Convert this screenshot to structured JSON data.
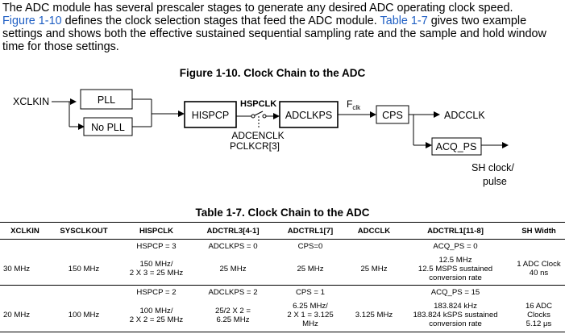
{
  "intro": {
    "line1": "The ADC module has several prescaler stages to generate any desired ADC operating clock speed.",
    "link1": "Figure 1-10",
    "line2": " defines the clock selection stages that feed the ADC module. ",
    "link2": "Table 1-7",
    "line3": " gives two example settings and shows both the effective sustained sequential sampling rate and the sample and hold window time for those settings."
  },
  "figure": {
    "title": "Figure 1-10.  Clock Chain to the ADC",
    "labels": {
      "xclkin": "XCLKIN",
      "pll": "PLL",
      "nopll": "No PLL",
      "hispcp": "HISPCP",
      "hspclk": "HSPCLK",
      "adclkps": "ADCLKPS",
      "fclk": "F",
      "fclk_sub": "clk",
      "cps": "CPS",
      "adcclk": "ADCCLK",
      "acq_ps": "ACQ_PS",
      "adcenclk": "ADCENCLK",
      "pclkcr": "PCLKCR[3]",
      "shclock": "SH clock/",
      "pulse": "pulse"
    }
  },
  "table": {
    "title": "Table 1-7. Clock Chain to the ADC",
    "headers": [
      "XCLKIN",
      "SYSCLKOUT",
      "HISPCLK",
      "ADCTRL3[4-1]",
      "ADCTRL1[7]",
      "ADCCLK",
      "ADCTRL1[11-8]",
      "SH Width"
    ],
    "row1_labels": [
      "HSPCP = 3",
      "ADCLKPS = 0",
      "CPS=0",
      "ACQ_PS = 0"
    ],
    "row1_values": [
      "30 MHz",
      "150 MHz",
      "150 MHz/\n2 X 3 = 25 MHz",
      "25 MHz",
      "25 MHz",
      "25 MHz",
      "12.5 MHz\n12.5 MSPS sustained\nconversion rate",
      "1 ADC Clock\n40 ns"
    ],
    "row2_labels": [
      "HSPCP = 2",
      "ADCLKPS = 2",
      "CPS = 1",
      "ACQ_PS = 15"
    ],
    "row2_values": [
      "20 MHz",
      "100 MHz",
      "100 MHz/\n2 X 2 = 25 MHz",
      "25/2 X 2 =\n6.25 MHz",
      "6.25 MHz/\n2 X 1 = 3.125\nMHz",
      "3.125 MHz",
      "183.824 kHz\n183.824 kSPS sustained\nconversion rate",
      "16 ADC\nClocks\n5.12 μs"
    ]
  }
}
